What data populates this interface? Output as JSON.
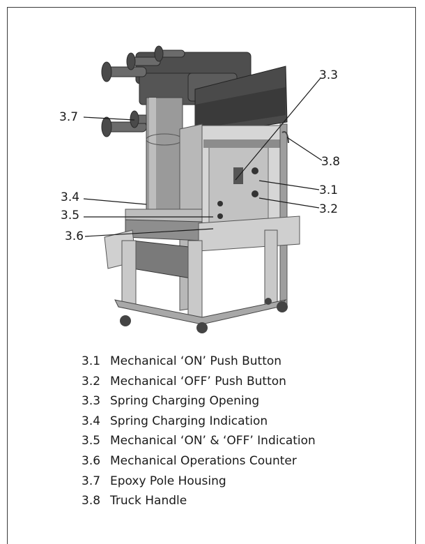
{
  "callouts": {
    "c31": "3.1",
    "c32": "3.2",
    "c33": "3.3",
    "c34": "3.4",
    "c35": "3.5",
    "c36": "3.6",
    "c37": "3.7",
    "c38": "3.8"
  },
  "legend": [
    {
      "num": "3.1",
      "label": "Mechanical ‘ON’ Push Button"
    },
    {
      "num": "3.2",
      "label": "Mechanical ‘OFF’ Push Button"
    },
    {
      "num": "3.3",
      "label": "Spring Charging Opening"
    },
    {
      "num": "3.4",
      "label": "Spring Charging Indication"
    },
    {
      "num": "3.5",
      "label": "Mechanical ‘ON’ & ‘OFF’ Indication"
    },
    {
      "num": "3.6",
      "label": "Mechanical Operations Counter"
    },
    {
      "num": "3.7",
      "label": "Epoxy Pole Housing"
    },
    {
      "num": "3.8",
      "label": "Truck Handle"
    }
  ]
}
